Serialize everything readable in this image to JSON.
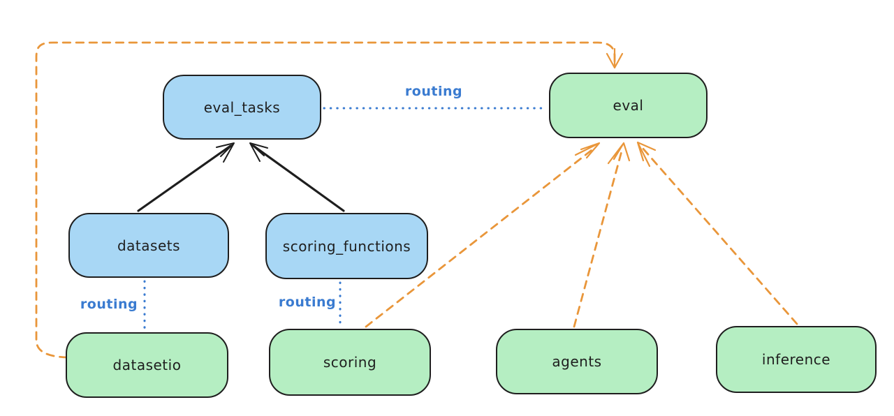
{
  "nodes": [
    {
      "id": "eval_tasks",
      "label": "eval_tasks",
      "variant": "blue"
    },
    {
      "id": "eval",
      "label": "eval",
      "variant": "green"
    },
    {
      "id": "datasets",
      "label": "datasets",
      "variant": "blue"
    },
    {
      "id": "scoring_functions",
      "label": "scoring_functions",
      "variant": "blue"
    },
    {
      "id": "datasetio",
      "label": "datasetio",
      "variant": "green"
    },
    {
      "id": "scoring",
      "label": "scoring",
      "variant": "green"
    },
    {
      "id": "agents",
      "label": "agents",
      "variant": "green"
    },
    {
      "id": "inference",
      "label": "inference",
      "variant": "green"
    }
  ],
  "edges": [
    {
      "from": "datasets",
      "to": "eval_tasks",
      "style": "solid-black-arrow"
    },
    {
      "from": "scoring_functions",
      "to": "eval_tasks",
      "style": "solid-black-arrow"
    },
    {
      "from": "eval_tasks",
      "to": "eval",
      "style": "dotted-blue",
      "label": "routing"
    },
    {
      "from": "datasets",
      "to": "datasetio",
      "style": "dotted-blue",
      "label": "routing"
    },
    {
      "from": "scoring_functions",
      "to": "scoring",
      "style": "dotted-blue",
      "label": "routing"
    },
    {
      "from": "datasetio",
      "to": "eval",
      "style": "dashed-orange-arrow"
    },
    {
      "from": "scoring",
      "to": "eval",
      "style": "dashed-orange-arrow"
    },
    {
      "from": "agents",
      "to": "eval",
      "style": "dashed-orange-arrow"
    },
    {
      "from": "inference",
      "to": "eval",
      "style": "dashed-orange-arrow"
    }
  ],
  "colors": {
    "background": "#ffffff",
    "node_blue": "#a8d7f5",
    "node_green": "#b5eec2",
    "node_border": "#1e1e1e",
    "node_text": "#1e1e1e",
    "edge_black": "#1e1e1e",
    "edge_blue": "#3a7bd0",
    "edge_orange": "#e9963a"
  }
}
